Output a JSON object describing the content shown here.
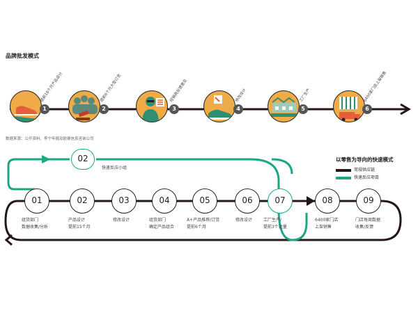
{
  "title": "品牌批发模式",
  "source": "数据来源：公开资料、李宁年报及欧睿信息咨询公司",
  "top_flow": [
    {
      "num": "1",
      "label": "提前18个月产品设计",
      "icon": "shoe-icon"
    },
    {
      "num": "2",
      "label": "提前6个月大型订货",
      "icon": "auction-crowd-icon"
    },
    {
      "num": "3",
      "label": "经销商反馈意见",
      "icon": "businessman-icon"
    },
    {
      "num": "4",
      "label": "修改设计",
      "icon": "shoe-design-icon"
    },
    {
      "num": "5",
      "label": "工厂生产",
      "icon": "factory-icon"
    },
    {
      "num": "6",
      "label": "6400家门店上架销售",
      "icon": "store-truck-icon"
    }
  ],
  "quick_response": {
    "num": "02",
    "label": "快速反应小组"
  },
  "legend": {
    "title": "以零售为导向的快速模式",
    "items": [
      {
        "label": "常规供应链",
        "color": "#231815"
      },
      {
        "label": "快速反应项目",
        "color": "#1ba784"
      }
    ]
  },
  "bottom_flow": [
    {
      "num": "01",
      "lines": [
        "组货部门",
        "数据收集/分析"
      ]
    },
    {
      "num": "02",
      "lines": [
        "产品设计",
        "提前15个月"
      ]
    },
    {
      "num": "03",
      "lines": [
        "修改设计"
      ]
    },
    {
      "num": "04",
      "lines": [
        "组货部门",
        "确定产品组合"
      ]
    },
    {
      "num": "05",
      "lines": [
        "A+产品推荐/订货",
        "提前6个月"
      ]
    },
    {
      "num": "06",
      "lines": [
        "修改设计"
      ]
    },
    {
      "num": "07",
      "lines": [
        "工厂生产/",
        "提前3个批量"
      ]
    },
    {
      "num": "08",
      "lines": [
        "6400家门店",
        "上架销售"
      ]
    },
    {
      "num": "09",
      "lines": [
        "门店每周数据",
        "收集/反馈"
      ]
    }
  ],
  "colors": {
    "accent": "#f0ab49",
    "green": "#1ba784",
    "dark": "#231815",
    "badge": "#555555"
  }
}
